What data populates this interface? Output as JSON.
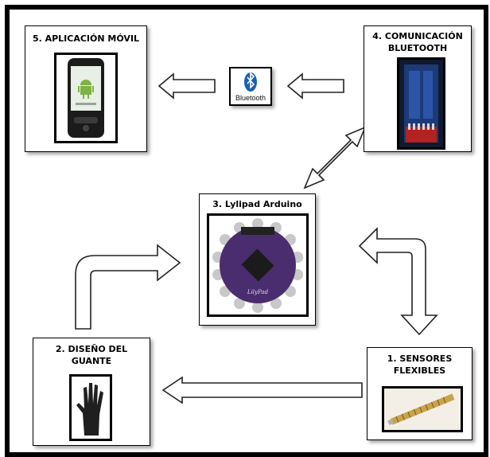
{
  "nodes": {
    "app": {
      "title": "5. APLICACIÓN MÓVIL"
    },
    "bluetooth_module": {
      "title_line1": "4. COMUNICACIÓN",
      "title_line2": "BLUETOOTH"
    },
    "arduino": {
      "title": "3. Lylipad Arduino"
    },
    "glove": {
      "title_line1": "2. DISEÑO DEL",
      "title_line2": "GUANTE"
    },
    "sensors": {
      "title_line1": "1. SENSORES",
      "title_line2": "FLEXIBLES"
    }
  },
  "bluetooth_logo": {
    "label": "Bluetooth"
  },
  "colors": {
    "frame": "#000000",
    "arrow_fill": "#ffffff",
    "arrow_stroke": "#222222",
    "arduino_board": "#4a2d6e",
    "bluetooth_blue": "#1a5fb4"
  }
}
